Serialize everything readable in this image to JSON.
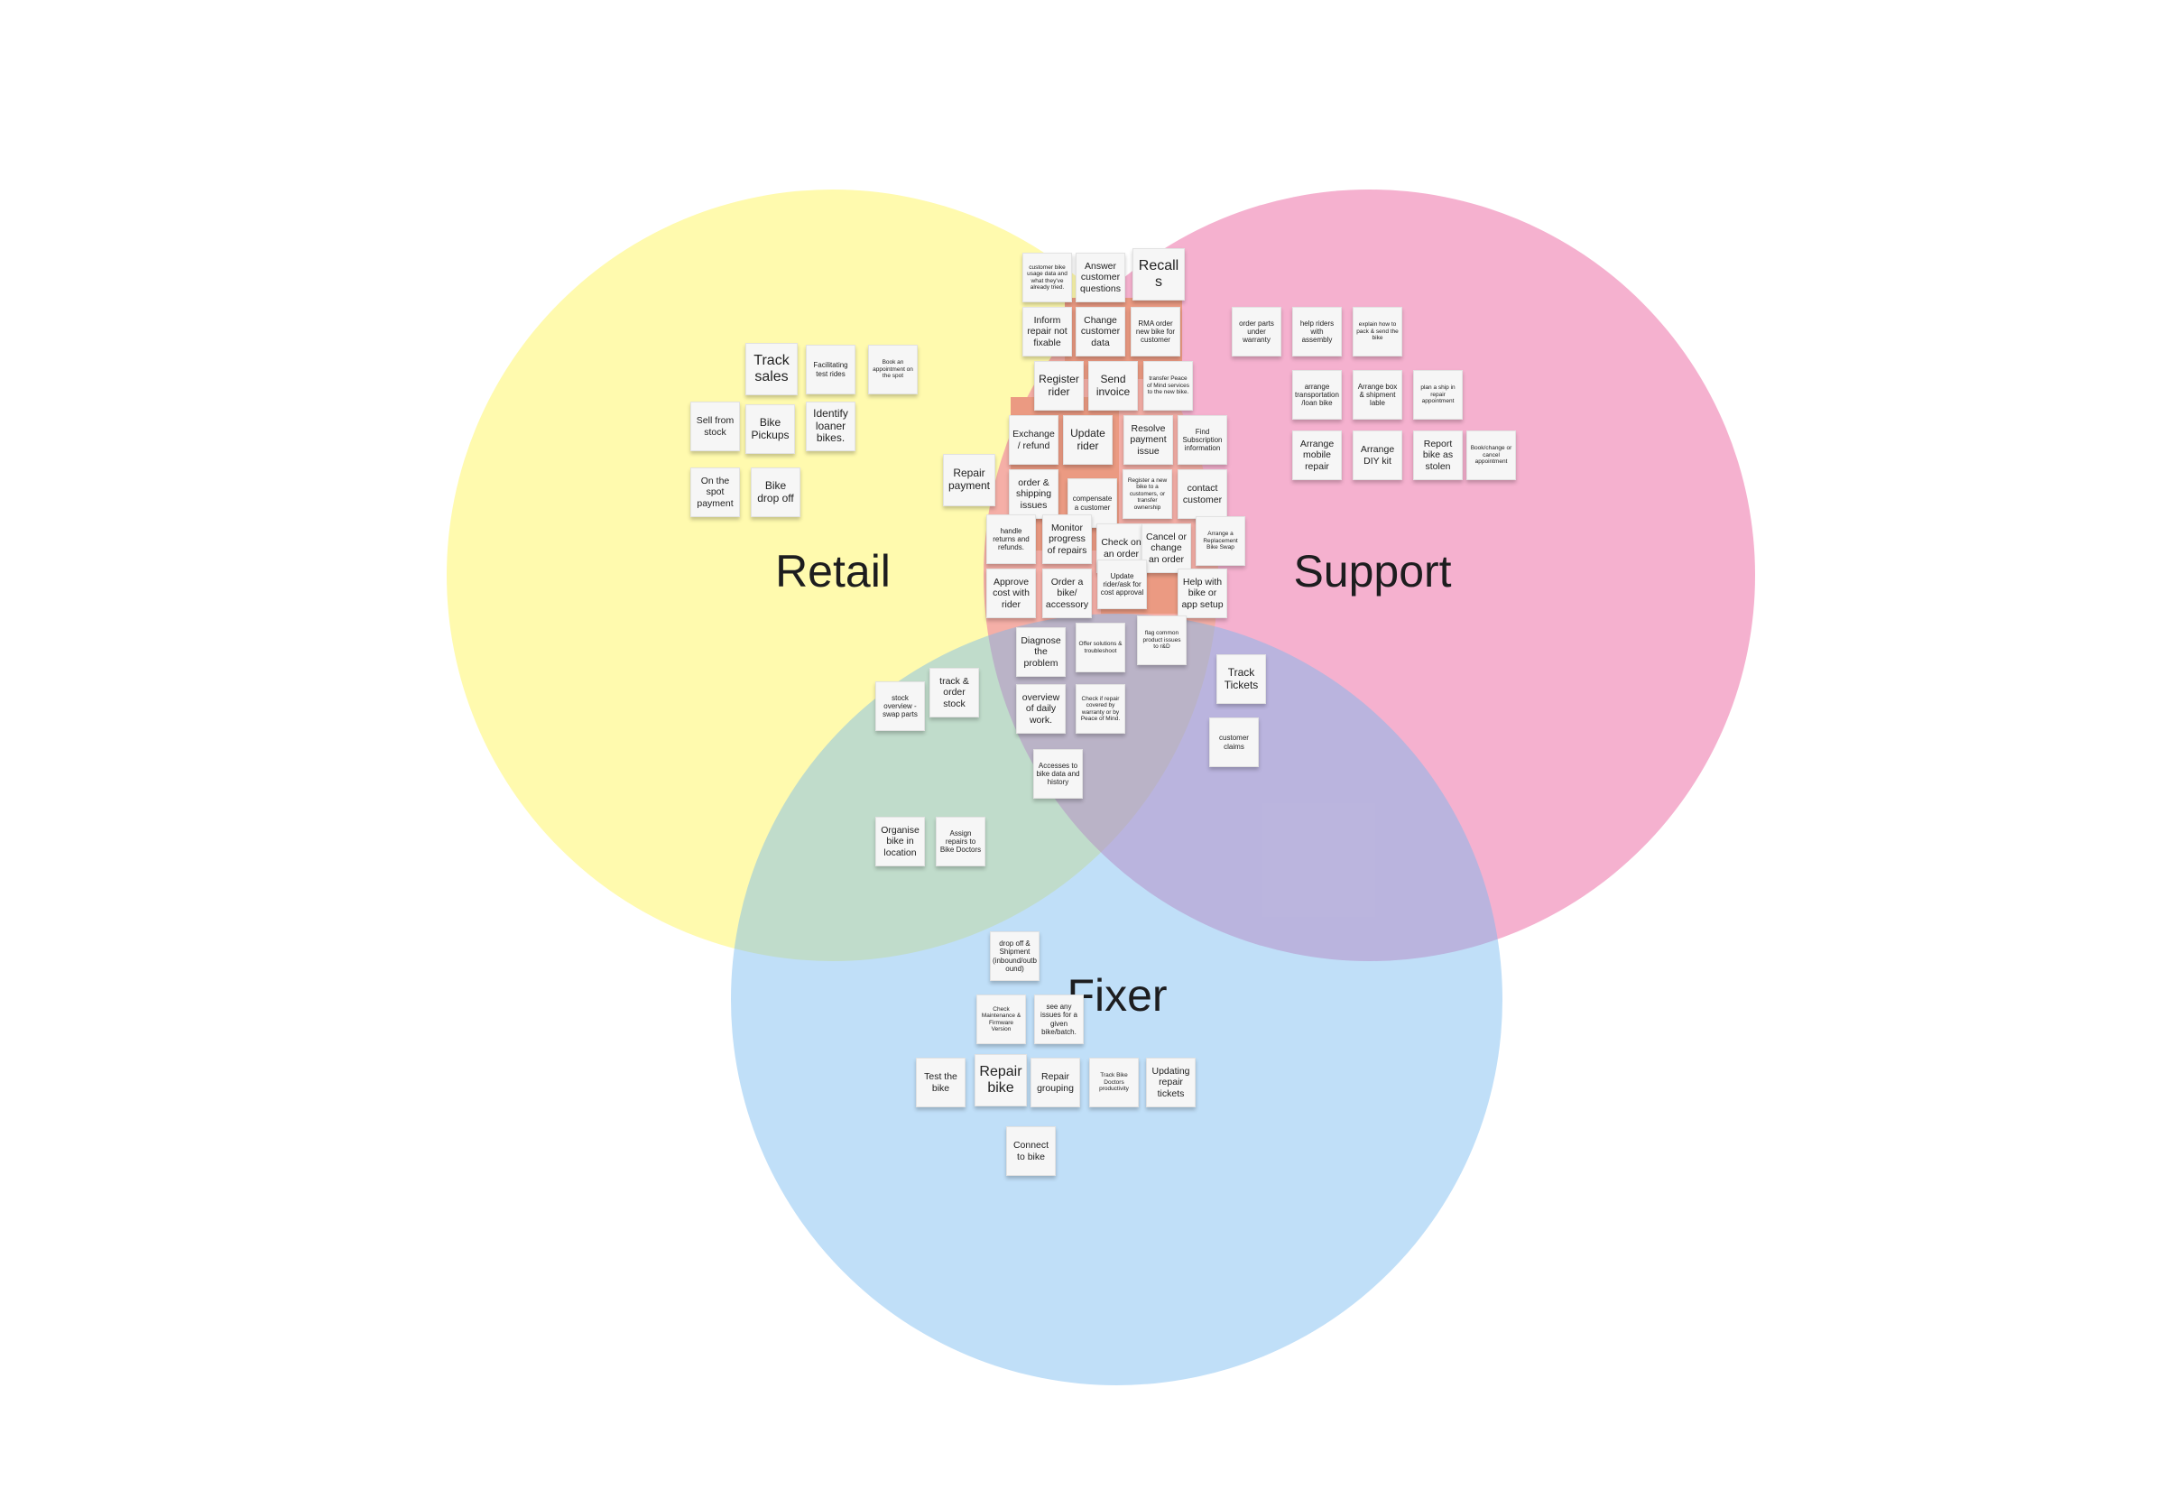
{
  "diagram": {
    "sets": [
      {
        "id": "retail",
        "label": "Retail",
        "color": "#fff782"
      },
      {
        "id": "support",
        "label": "Support",
        "color": "#ec64a0"
      },
      {
        "id": "fixer",
        "label": "Fixer",
        "color": "#73b9f0"
      }
    ],
    "notes": {
      "n1": "customer bike usage data and what they've already tried.",
      "n2": "Answer customer questions",
      "n3": "Recalls",
      "n4": "Inform repair not fixable",
      "n5": "Change customer data",
      "n6": "RMA order new bike for customer",
      "n7": "Register rider",
      "n8": "Send invoice",
      "n9": "transfer Peace of Mind services to the new bike.",
      "n10": "Exchange/ refund",
      "n11": "Update rider",
      "n12": "Resolve payment issue",
      "n13": "Find Subscription information",
      "n14": "order & shipping issues",
      "n15": "compensate a customer",
      "n16": "Register a new bike to a customers, or transfer ownership",
      "n17": "contact customer",
      "n18": "handle returns and refunds.",
      "n19": "Monitor progress of repairs",
      "n20": "Check on an order",
      "n21": "Cancel or change an order",
      "n22": "Arrange a Replacement Bike Swap",
      "n23": "Approve cost with rider",
      "n24": "Order a bike/ accessory",
      "n25": "Update rider/ask for cost approval",
      "n26": "Help with bike or app setup",
      "n27": "Diagnose the problem",
      "n28": "Offer solutions & troubleshoot",
      "n29": "flag common product issues to r&D",
      "n30": "overview of daily work.",
      "n31": "Check if repair covered by warranty or by Peace of Mind.",
      "n32": "Accesses to bike data and history",
      "n33": "Repair payment",
      "n34": "Track sales",
      "n35": "Facilitating test rides",
      "n36": "Book an appointment on the spot",
      "n37": "Sell from stock",
      "n38": "Bike Pickups",
      "n39": "Identify loaner bikes.",
      "n40": "On the spot payment",
      "n41": "Bike drop off",
      "n42": "order parts under warranty",
      "n43": "help riders with assembly",
      "n44": "explain how to pack & send the bike",
      "n45": "arrange transportation/loan bike",
      "n46": "Arrange box & shipment lable",
      "n47": "plan a ship in repair appointment",
      "n48": "Arrange mobile repair",
      "n49": "Arrange DIY kit",
      "n50": "Report bike as stolen",
      "n51": "Book/change or cancel appointment",
      "n52": "Track Tickets",
      "n53": "customer claims",
      "n54": "stock overview - swap parts",
      "n55": "track & order stock",
      "n56": "Organise bike in location",
      "n57": "Assign repairs to Bike Doctors",
      "n58": "drop off & Shipment (inbound/outbound)",
      "n59": "Check Maintenance & Firmware Version",
      "n60": "see any issues for a given bike/batch.",
      "n61": "Test the bike",
      "n62": "Repair bike",
      "n63": "Repair grouping",
      "n64": "Track Bike Doctors productivity",
      "n65": "Updating repair tickets",
      "n66": "Connect to bike"
    }
  }
}
